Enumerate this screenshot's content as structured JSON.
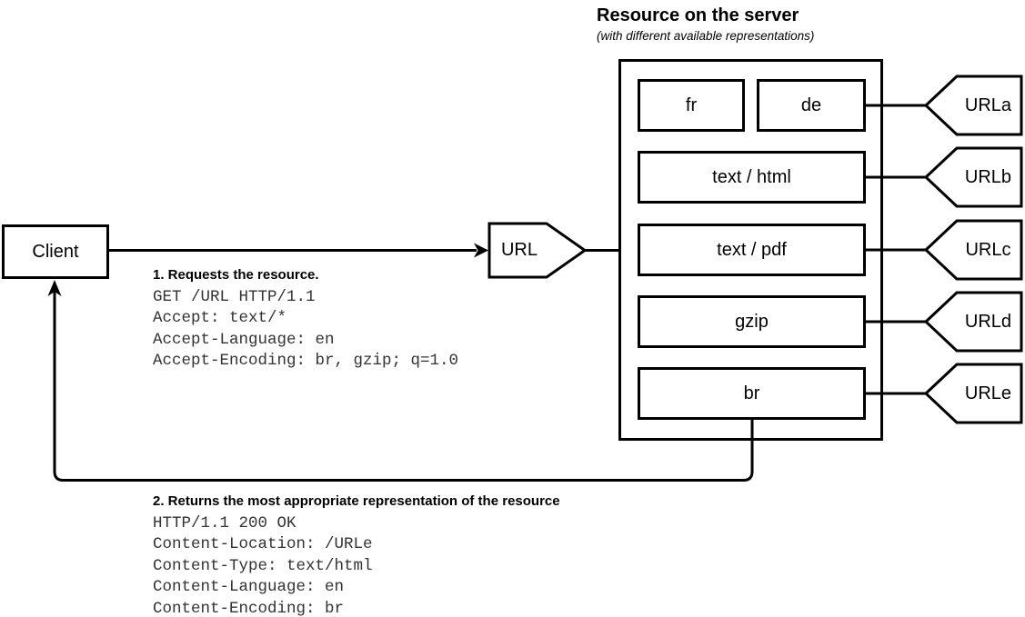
{
  "title": {
    "heading": "Resource on the server",
    "subheading": "(with different available representations)"
  },
  "client": {
    "label": "Client"
  },
  "url_node": {
    "label": "URL"
  },
  "request": {
    "step_label": "1. Requests the resource.",
    "lines": [
      "GET /URL HTTP/1.1",
      "Accept: text/*",
      "Accept-Language: en",
      "Accept-Encoding: br, gzip; q=1.0"
    ]
  },
  "response": {
    "step_label": "2. Returns the most appropriate representation of the resource",
    "lines": [
      "HTTP/1.1 200 OK",
      "Content-Location: /URLe",
      "Content-Type: text/html",
      "Content-Language: en",
      "Content-Encoding: br"
    ]
  },
  "server": {
    "rows": [
      {
        "boxes": [
          "fr",
          "de"
        ],
        "url": "URLa"
      },
      {
        "boxes": [
          "text / html"
        ],
        "url": "URLb"
      },
      {
        "boxes": [
          "text / pdf"
        ],
        "url": "URLc"
      },
      {
        "boxes": [
          "gzip"
        ],
        "url": "URLd"
      },
      {
        "boxes": [
          "br"
        ],
        "url": "URLe"
      }
    ]
  },
  "colors": {
    "line": "#000000",
    "background": "#ffffff",
    "box_fill": "#ffffff",
    "mono_text": "#333333"
  }
}
